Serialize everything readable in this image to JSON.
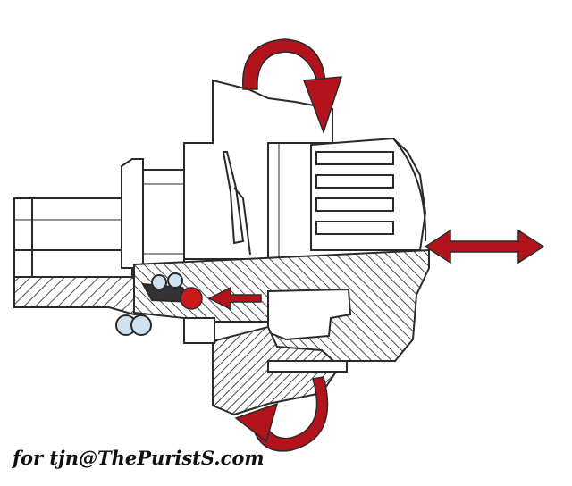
{
  "caption": "for tjn@ThePuristS.com",
  "colors": {
    "background": "#ffffff",
    "outline": "#2a2a2a",
    "hatch": "#4a4a4a",
    "arrow": "#b3141b",
    "ball": "#cc1a1a",
    "seal_dark": "#333333",
    "seal_light": "#cfe0ee"
  },
  "arrows": [
    {
      "name": "screw-down-rotation-arrow-top",
      "type": "curved"
    },
    {
      "name": "axial-push-pull-arrow",
      "type": "double-headed"
    },
    {
      "name": "detent-ball-inward-arrow",
      "type": "straight"
    },
    {
      "name": "screw-down-rotation-arrow-bottom",
      "type": "curved"
    }
  ]
}
